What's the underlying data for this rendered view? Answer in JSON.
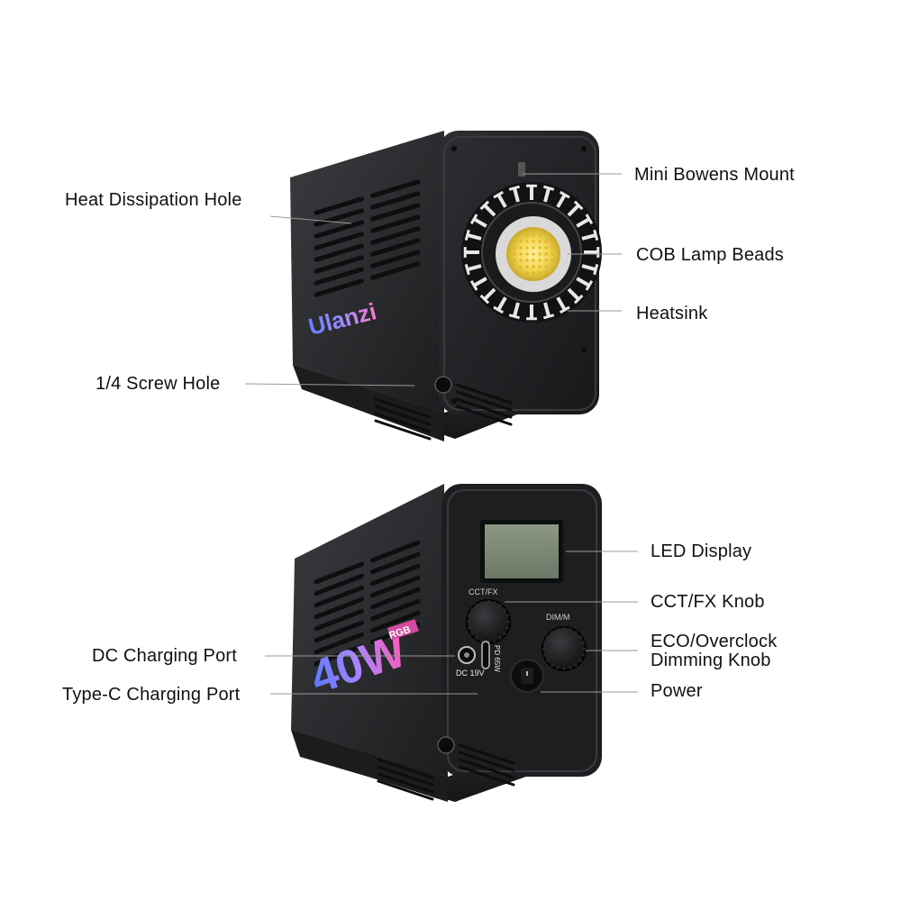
{
  "product": {
    "brand_text": "Ulanzi",
    "wattage_text": "40W",
    "rgb_badge": "RGB",
    "knob1_label": "CCT/FX",
    "knob2_label": "DIM/M",
    "dc_port_label": "DC 19V",
    "pd_port_label": "PD 65W"
  },
  "callouts_top": {
    "heat_dissipation": "Heat Dissipation Hole",
    "mini_bowens": "Mini Bowens Mount",
    "cob_beads": "COB Lamp Beads",
    "heatsink": "Heatsink",
    "screw_hole": "1/4 Screw Hole"
  },
  "callouts_bottom": {
    "led_display": "LED Display",
    "cct_knob": "CCT/FX Knob",
    "eco_line1": "ECO/Overclock",
    "eco_line2": "Dimming Knob",
    "power": "Power",
    "dc_charging": "DC Charging Port",
    "typec_charging": "Type-C Charging Port"
  },
  "colors": {
    "body_dark": "#1e1f21",
    "body_mid": "#2b2c2f",
    "led_yellow": "#f4dc5c",
    "lcd_green": "#7f8b78",
    "leader_line": "#9a9a9a"
  }
}
